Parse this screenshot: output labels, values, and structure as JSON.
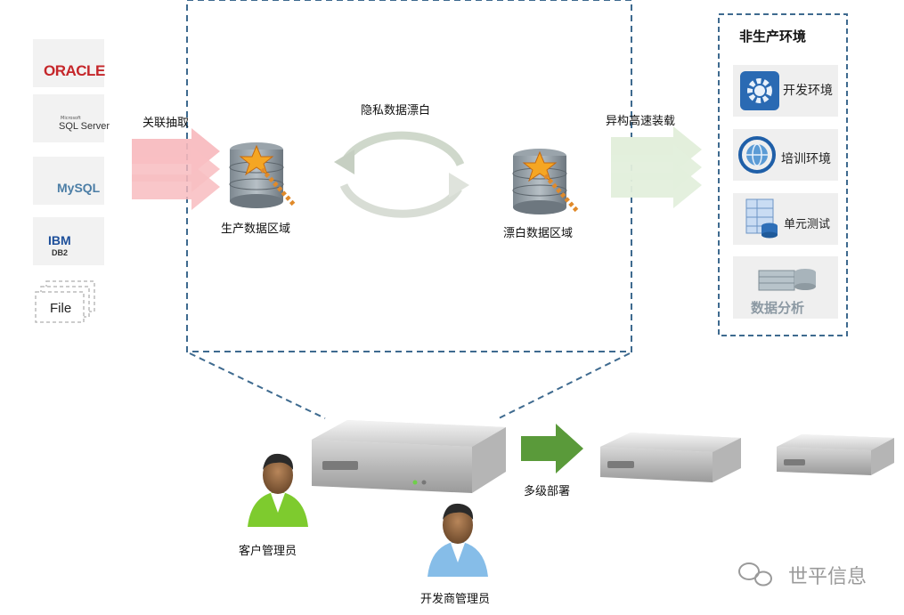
{
  "sources": {
    "oracle": "ORACLE",
    "sqlserver_small": "Microsoft",
    "sqlserver": "SQL Server",
    "mysql": "MySQL",
    "ibm": "IBM",
    "db2": "DB2",
    "file": "File"
  },
  "labels": {
    "extract": "关联抽取",
    "privacy": "隐私数据漂白",
    "load": "异构高速装载",
    "prod_zone": "生产数据区域",
    "bleach_zone": "漂白数据区域",
    "deploy": "多级部署",
    "customer_admin": "客户管理员",
    "vendor_admin": "开发商管理员"
  },
  "env": {
    "title": "非生产环境",
    "dev": "开发环境",
    "train": "培训环境",
    "unit": "单元测试",
    "analysis": "数据分析"
  },
  "watermark": "世平信息",
  "colors": {
    "dashed_border": "#3e6a8f",
    "pink_arrow": "#f8b9bd",
    "green_arrow": "#e3efdc",
    "deploy_arrow": "#5a9a3a",
    "db_red": "#c5262a"
  }
}
